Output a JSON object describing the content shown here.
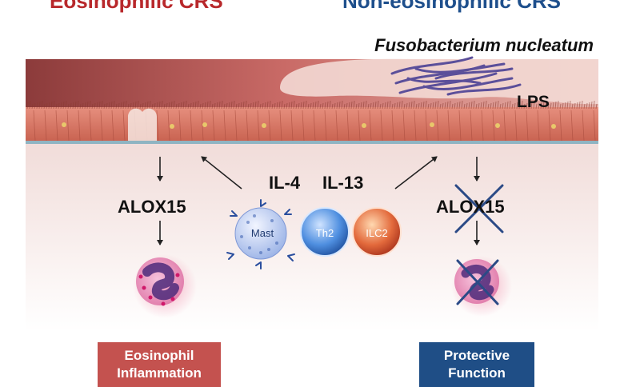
{
  "headers": {
    "left": "Eosinophilic CRS",
    "right": "Non-eosinophilic CRS"
  },
  "bacteria": "Fusobacterium nucleatum",
  "lps": "LPS",
  "cytokines": {
    "il4": "IL-4",
    "il13": "IL-13"
  },
  "alox": {
    "left": "ALOX15",
    "right": "ALOX15"
  },
  "cells": {
    "mast": "Mast",
    "th2": "Th2",
    "ilc2": "ILC2"
  },
  "outcomes": {
    "left_line1": "Eosinophil",
    "left_line2": "Inflammation",
    "right_line1": "Protective",
    "right_line2": "Function"
  },
  "colors": {
    "left_accent": "#b8282b",
    "right_accent": "#1e4f8c",
    "left_box": "#c4524f",
    "right_box": "#1f4e86",
    "tissue": "#c8756c"
  }
}
